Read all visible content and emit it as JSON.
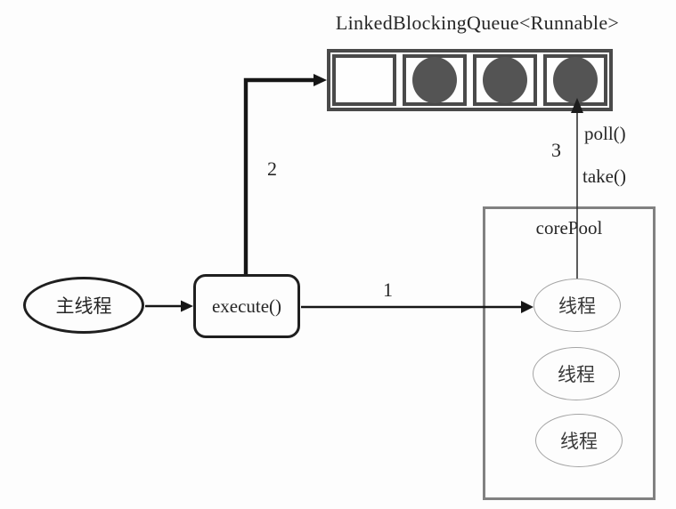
{
  "diagram": {
    "title": "LinkedBlockingQueue<Runnable>",
    "queue": {
      "cells": [
        {
          "filled": false
        },
        {
          "filled": true
        },
        {
          "filled": true
        },
        {
          "filled": true
        }
      ]
    },
    "labels": {
      "step1": "1",
      "step2": "2",
      "step3": "3",
      "poll": "poll()",
      "take": "take()"
    },
    "main_thread": "主线程",
    "execute": "execute()",
    "core_pool": {
      "title": "corePool",
      "threads": [
        "线程",
        "线程",
        "线程"
      ]
    },
    "colors": {
      "queue_border": "#4a4a4a",
      "task_fill": "#545454",
      "pool_border": "#818181",
      "thread_ellipse_border": "#a4a4a4",
      "shape_border": "#1f1f1f",
      "arrow": "#161616",
      "thin_arrow": "#333333"
    }
  }
}
